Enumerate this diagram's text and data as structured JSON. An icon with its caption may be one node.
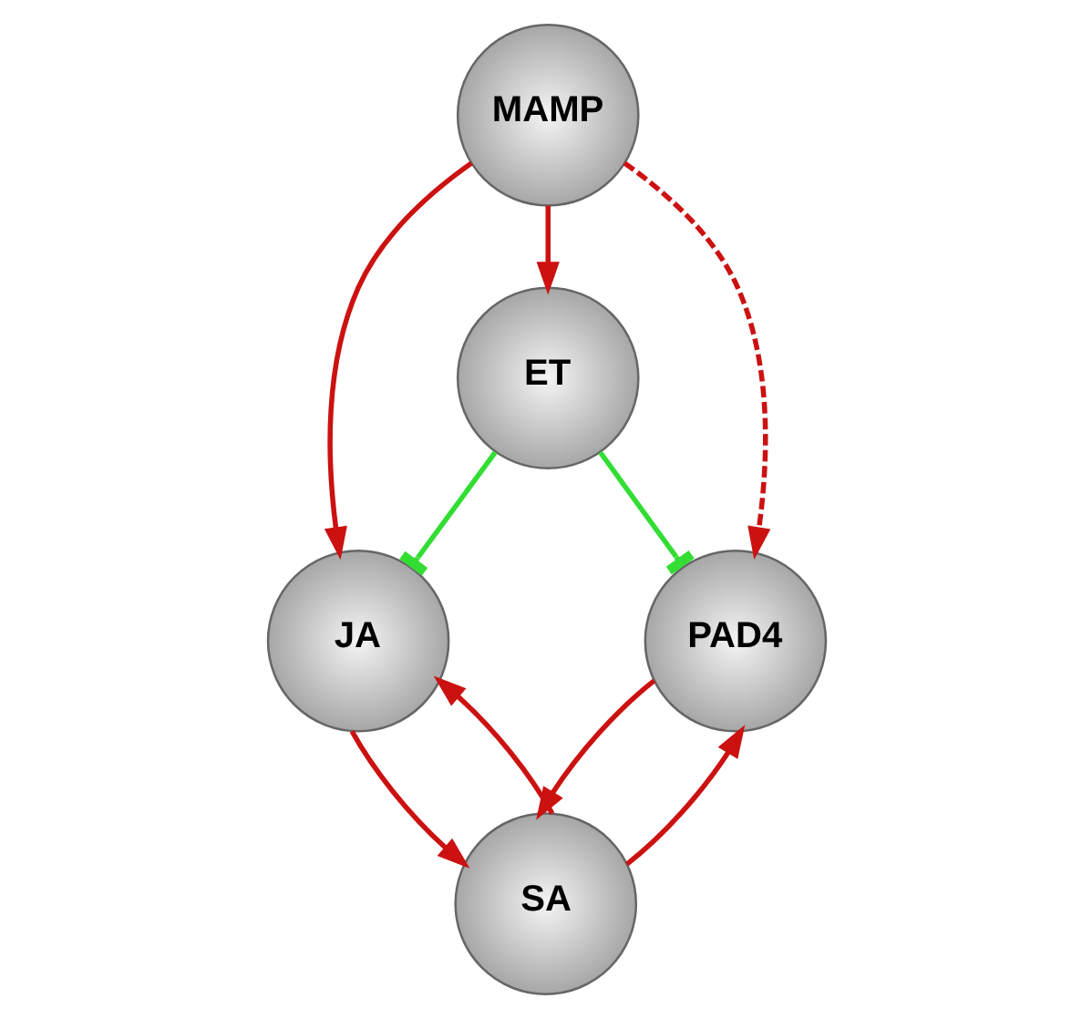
{
  "diagram": {
    "nodes": [
      {
        "text": [
          "MAMP"
        ]
      },
      {
        "text": [
          "ET"
        ]
      },
      {
        "text": [
          "JA"
        ]
      },
      {
        "text": [
          "PAD4"
        ]
      },
      {
        "text": [
          "SA"
        ]
      }
    ],
    "edges": [
      {
        "from": 0,
        "to": 2,
        "arrow": "to"
      },
      {
        "from": 0,
        "to": 1,
        "arrow": "to"
      },
      {
        "from": 0,
        "to": 3,
        "arrow": "to",
        "style": "dashed"
      },
      {
        "from": 1,
        "to": 2,
        "arrow": "other",
        "color": "#33dd33"
      },
      {
        "from": 1,
        "to": 3,
        "arrow": "other",
        "color": "#33dd33"
      },
      {
        "from": 4,
        "to": 2,
        "arrow": "to"
      },
      {
        "from": 4,
        "to": 3,
        "arrow": "to"
      },
      {
        "from": 2,
        "to": 4,
        "arrow": "to"
      },
      {
        "from": 3,
        "to": 4,
        "arrow": "to"
      }
    ]
  }
}
